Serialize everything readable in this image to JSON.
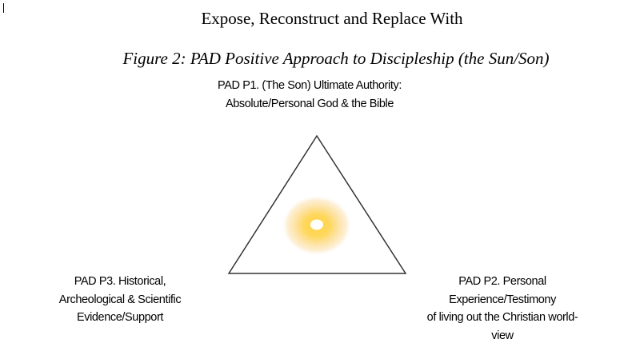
{
  "document": {
    "heading": "Expose, Reconstruct and Replace With",
    "figure_caption": "Figure 2: PAD Positive Approach to Discipleship (the Sun/Son)"
  },
  "diagram": {
    "top_label": [
      "PAD P1. (The Son) Ultimate Authority:",
      "Absolute/Personal God & the Bible"
    ],
    "right_label": [
      "PAD P2. Personal",
      "Experience/Testimony",
      "of living out the Christian world-",
      "view"
    ],
    "left_label": [
      "PAD P3. Historical,",
      "Archeological & Scientific",
      "Evidence/Support"
    ],
    "center_icon": "sun-icon",
    "colors": {
      "sun_core": "#ffd54a",
      "sun_glow": "#fde6b0",
      "line": "#333333"
    }
  }
}
